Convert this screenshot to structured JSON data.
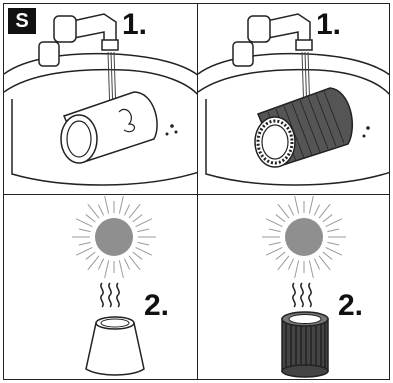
{
  "badge": "S",
  "panels": [
    {
      "step": "1."
    },
    {
      "step": "1."
    },
    {
      "step": "2."
    },
    {
      "step": "2."
    }
  ],
  "colors": {
    "sun": "#8f8f8f",
    "line": "#222222",
    "filter_dark": "#3a3a3a"
  }
}
